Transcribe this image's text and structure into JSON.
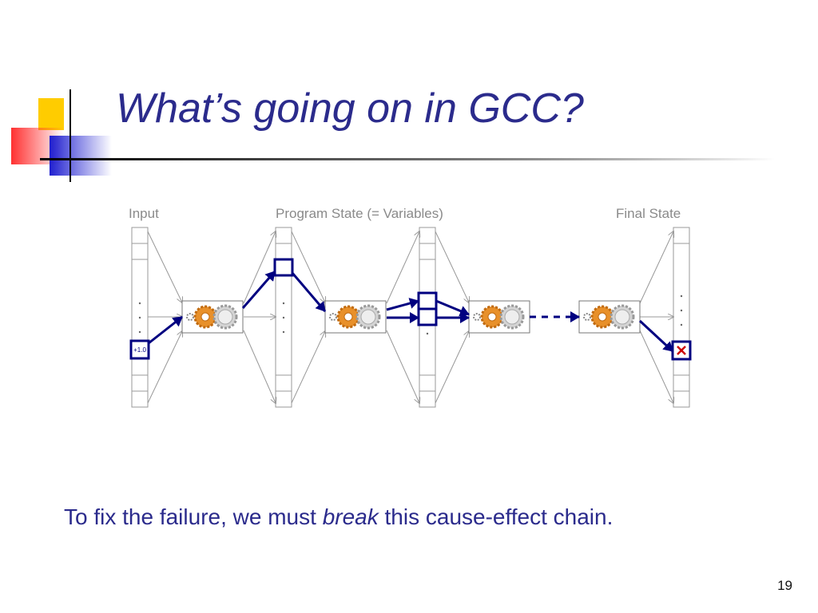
{
  "slide": {
    "title": "What’s going on in GCC?",
    "page_number": "19"
  },
  "diagram": {
    "label_input": "Input",
    "label_program_state": "Program State (= Variables)",
    "label_final_state": "Final State",
    "input_cell_value": "+1.0"
  },
  "caption": {
    "before": "To fix the failure, we must ",
    "emphasis": "break",
    "after": " this cause-effect chain."
  },
  "colors": {
    "title": "#2b2b8c",
    "chain": "#000080",
    "gear_orange": "#e8902a",
    "gear_gray": "#b8b8b8",
    "failure_mark": "#cc0000"
  }
}
